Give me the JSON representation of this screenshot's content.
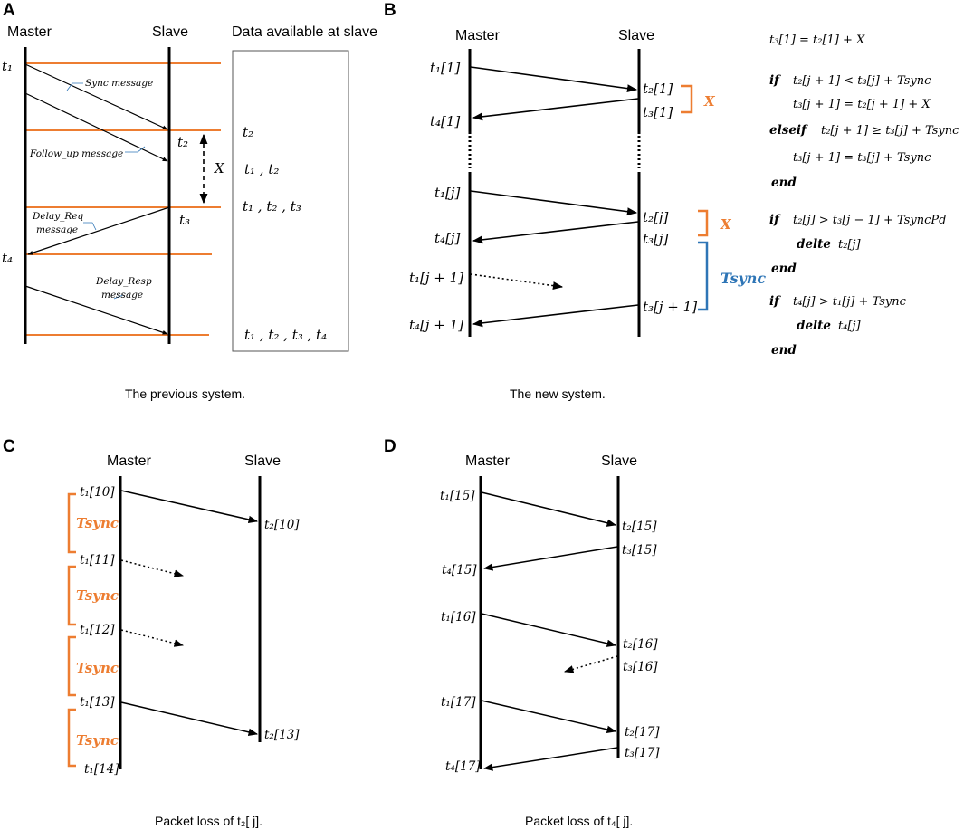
{
  "colors": {
    "orange": "#ED7D31",
    "blue": "#2E75B6",
    "line": "#000000"
  },
  "panels": {
    "A": {
      "letter": "A",
      "master": "Master",
      "slave": "Slave",
      "data_header": "Data available at slave",
      "t1": "t₁",
      "t2": "t₂",
      "t3": "t₃",
      "t4": "t₄",
      "x": "X",
      "msg_sync": "Sync message",
      "msg_follow": "Follow_up message",
      "msg_delayreq_1": "Delay_Req",
      "msg_delayreq_2": "message",
      "msg_delayresp_1": "Delay_Resp",
      "msg_delayresp_2": "message",
      "data_rows": [
        "t₂",
        "t₁ , t₂",
        "t₁ , t₂ , t₃",
        "t₁ , t₂ , t₃ , t₄"
      ],
      "caption": "The previous system."
    },
    "B": {
      "letter": "B",
      "master": "Master",
      "slave": "Slave",
      "left_labels": [
        "t₁[1]",
        "t₄[1]",
        "t₁[j]",
        "t₄[j]",
        "t₁[j + 1]",
        "t₄[j + 1]"
      ],
      "right_labels": [
        "t₂[1]",
        "t₃[1]",
        "t₂[j]",
        "t₃[j]",
        "t₃[j + 1]"
      ],
      "x1": "X",
      "x2": "X",
      "tsync": "Tsync",
      "algo": {
        "l1": "t₃[1] = t₂[1] + X",
        "kw_if": "if",
        "l2": "t₂[j + 1] < t₃[j] + Tsync",
        "l3": "t₃[j + 1] = t₂[j + 1] + X",
        "kw_elseif": "elseif",
        "l4": "t₂[j + 1] ≥ t₃[j] + Tsync",
        "l5": "t₃[j + 1] = t₃[j] + Tsync",
        "kw_end": "end",
        "l6": "t₂[j] > t₃[j − 1] + TsyncPd",
        "kw_delte": "delte",
        "l7": "t₂[j]",
        "l8": "t₄[j] > t₁[j] + Tsync",
        "l9": "t₄[j]"
      },
      "caption": "The new system."
    },
    "C": {
      "letter": "C",
      "master": "Master",
      "slave": "Slave",
      "left_labels": [
        "t₁[10]",
        "t₁[11]",
        "t₁[12]",
        "t₁[13]",
        "t₁[14]"
      ],
      "right_labels": [
        "t₂[10]",
        "t₂[13]"
      ],
      "tsync": "Tsync",
      "caption": "Packet loss of t₂[ j]."
    },
    "D": {
      "letter": "D",
      "master": "Master",
      "slave": "Slave",
      "left_labels": [
        "t₁[15]",
        "t₄[15]",
        "t₁[16]",
        "t₁[17]",
        "t₄[17]"
      ],
      "right_labels": [
        "t₂[15]",
        "t₃[15]",
        "t₂[16]",
        "t₃[16]",
        "t₂[17]",
        "t₃[17]"
      ],
      "caption": "Packet loss of t₄[ j]."
    }
  }
}
